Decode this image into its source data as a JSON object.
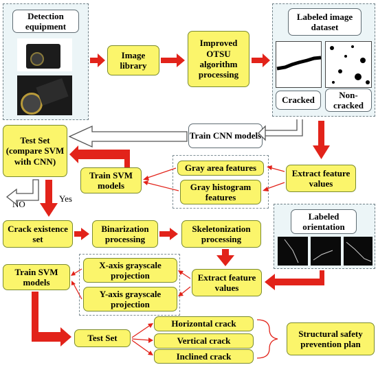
{
  "nodes": {
    "detection_equipment": "Detection equipment",
    "image_library": "Image library",
    "otsu": "Improved OTSU algorithm processing",
    "labeled_dataset": "Labeled image dataset",
    "cracked": "Cracked",
    "non_cracked": "Non-cracked",
    "train_cnn": "Train CNN models",
    "test_set_compare": "Test Set (compare SVM with CNN)",
    "train_svm_1": "Train SVM models",
    "gray_area": "Gray area features",
    "gray_histogram": "Gray histogram features",
    "extract_1": "Extract feature values",
    "crack_existence": "Crack existence set",
    "binarization": "Binarization processing",
    "skeletonization": "Skeletonization processing",
    "labeled_orientation": "Labeled orientation",
    "train_svm_2": "Train SVM models",
    "x_projection": "X-axis grayscale projection",
    "y_projection": "Y-axis grayscale projection",
    "extract_2": "Extract feature values",
    "test_set": "Test Set",
    "horizontal": "Horizontal crack",
    "vertical": "Vertical crack",
    "inclined": "Inclined crack",
    "safety_plan": "Structural safety prevention plan"
  },
  "labels": {
    "no": "NO",
    "yes": "Yes"
  },
  "colors": {
    "node_fill": "#fbf56b",
    "arrow_red": "#e2231a",
    "panel_fill": "#ecf5f7"
  }
}
